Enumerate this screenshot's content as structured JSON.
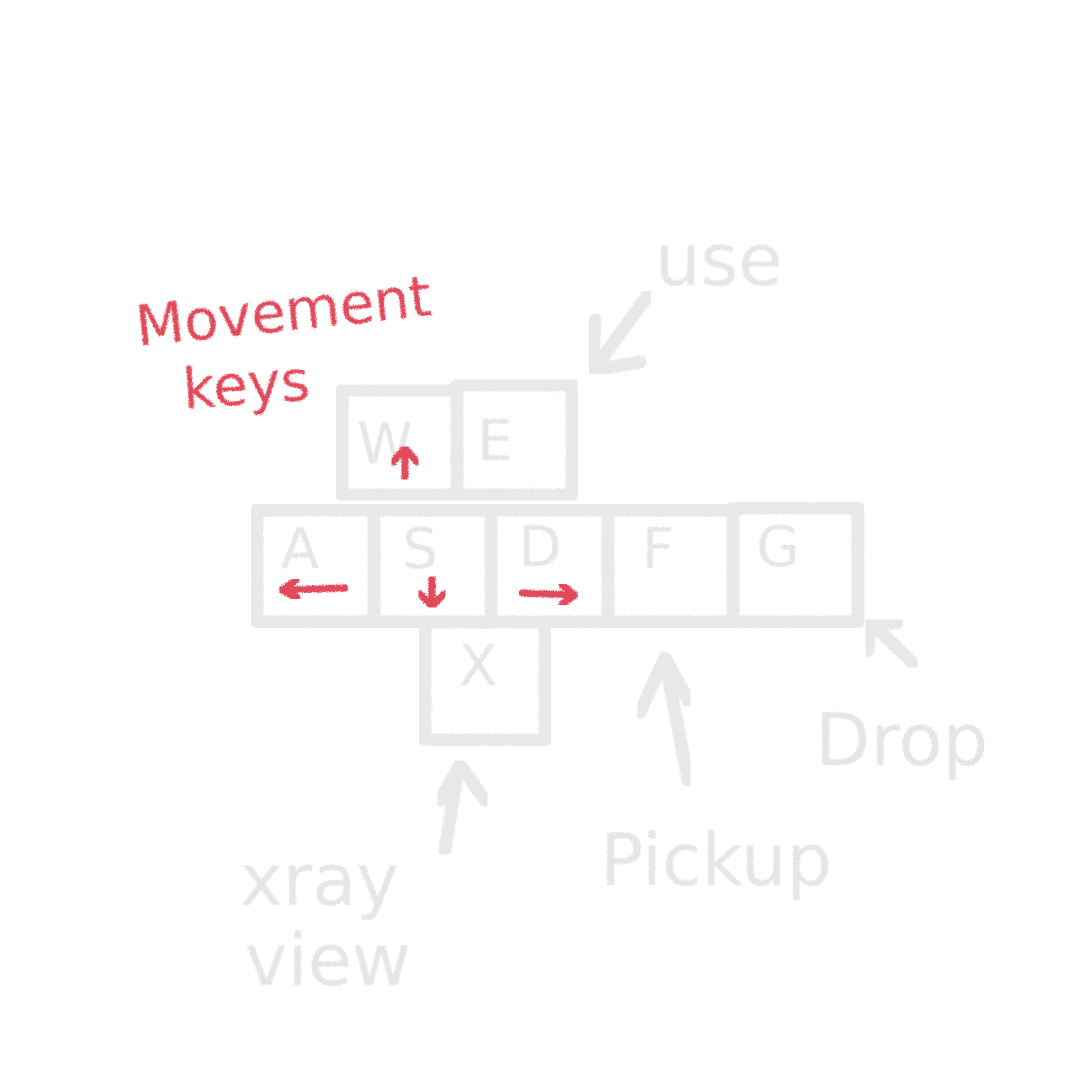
{
  "colors": {
    "background": "#ffffff",
    "sketch_gray": "#e8e8e8",
    "annotation_red": "#e2485a"
  },
  "keys": [
    {
      "id": "w",
      "letter": "W"
    },
    {
      "id": "e",
      "letter": "E"
    },
    {
      "id": "a",
      "letter": "A"
    },
    {
      "id": "s",
      "letter": "S"
    },
    {
      "id": "d",
      "letter": "D"
    },
    {
      "id": "f",
      "letter": "F"
    },
    {
      "id": "g",
      "letter": "G"
    },
    {
      "id": "x",
      "letter": "X"
    }
  ],
  "labels": {
    "movement_line1": "Movement",
    "movement_line2": "keys",
    "use": "use",
    "drop": "Drop",
    "pickup": "Pickup",
    "xray_line1": "xray",
    "xray_line2": "view"
  }
}
